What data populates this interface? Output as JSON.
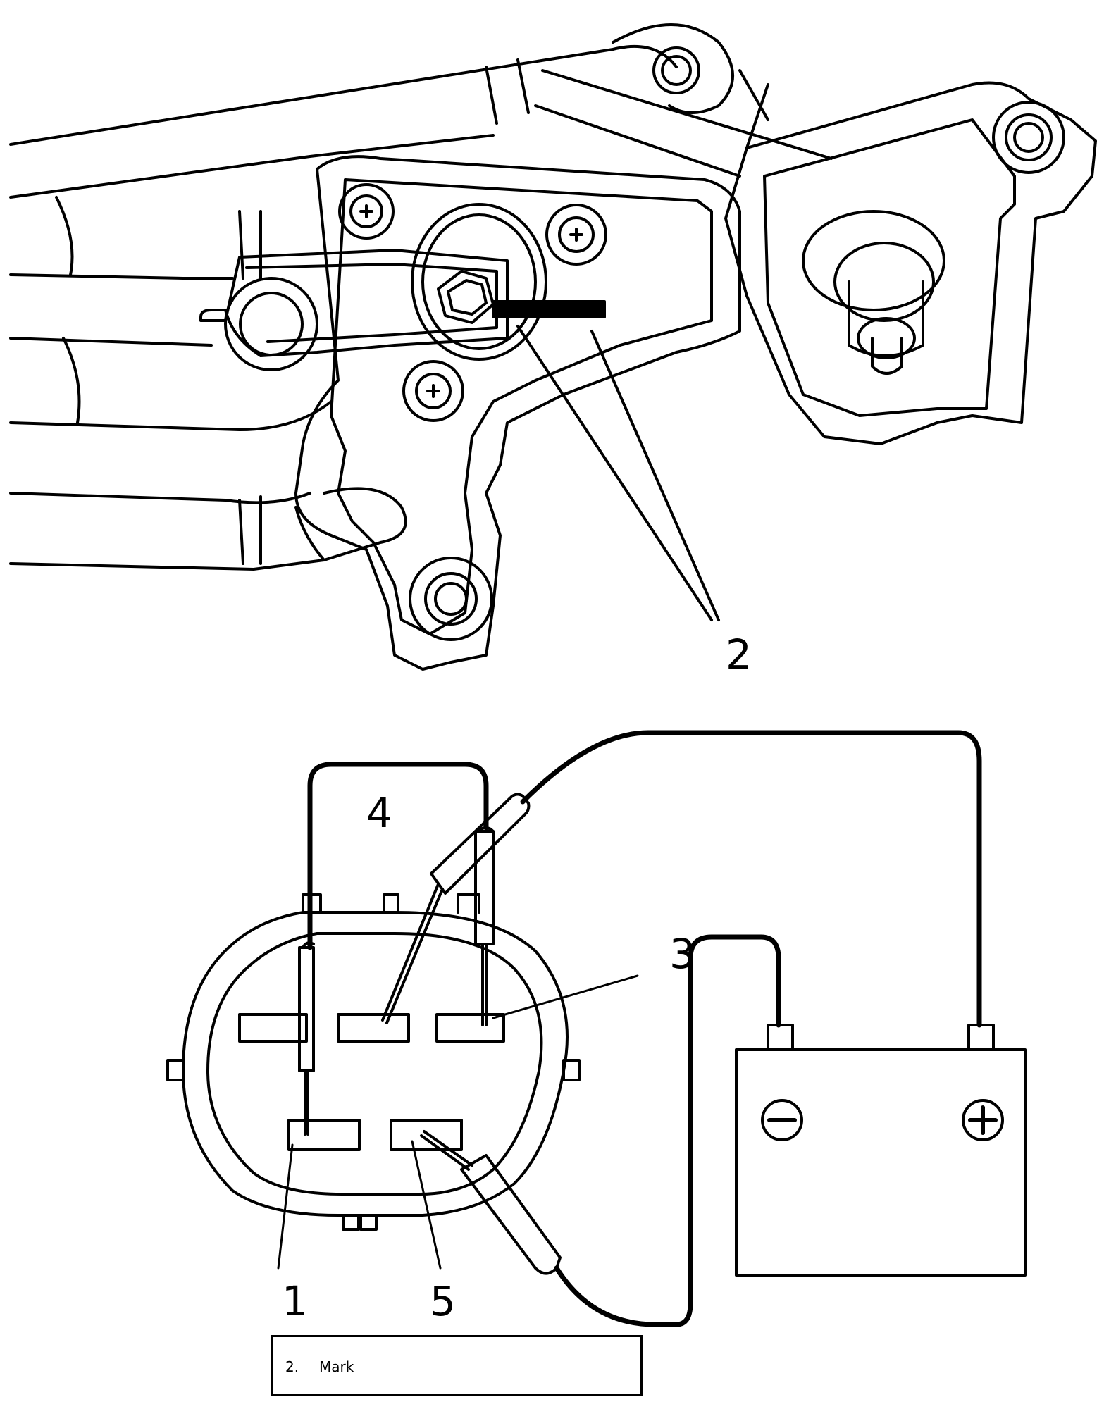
{
  "callouts": {
    "mark_top": "2",
    "terminal_4": "4",
    "terminal_3": "3",
    "terminal_1": "1",
    "terminal_5": "5"
  },
  "battery": {
    "negative_symbol": "minus-icon",
    "positive_symbol": "plus-icon"
  },
  "legend": [
    {
      "number": "2.",
      "text": "Mark"
    }
  ]
}
